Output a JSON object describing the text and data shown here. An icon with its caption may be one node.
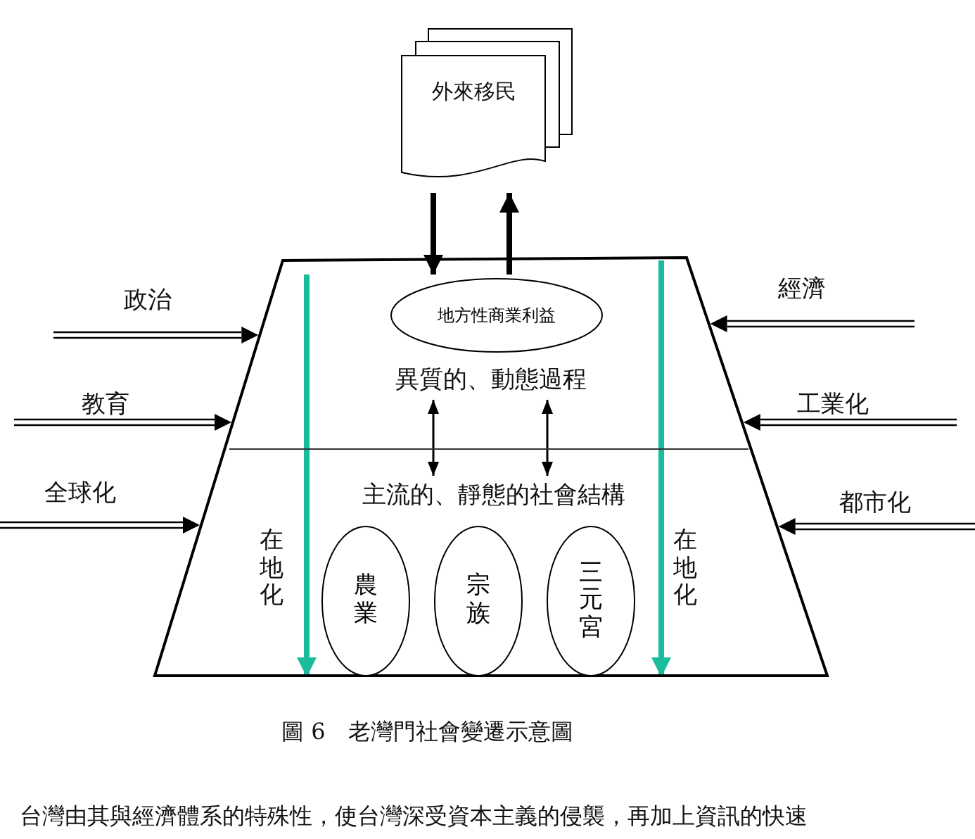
{
  "diagram": {
    "caption": "圖 6　老灣門社會變遷示意圖",
    "nodes": [
      {
        "text": [
          "外來移民"
        ]
      },
      {
        "text": [],
        "shape": "trapezoid"
      },
      {
        "text": [
          "地方性商業利益"
        ],
        "in": 1
      },
      {
        "text": [
          "異質的、動態過程"
        ],
        "in": 1
      },
      {
        "text": [
          "主流的、靜態的社會結構"
        ],
        "in": 1
      },
      {
        "text": [
          "農業"
        ],
        "in": 1
      },
      {
        "text": [
          "宗族"
        ],
        "in": 1
      },
      {
        "text": [
          "三元宮"
        ],
        "in": 1
      }
    ],
    "edges": [
      {
        "from": 0,
        "to": 2,
        "arrow": "to",
        "style": "thick"
      },
      {
        "from": 2,
        "to": 0,
        "arrow": "to",
        "style": "thick"
      },
      {
        "from": 3,
        "to": 4,
        "arrow": "both"
      },
      {
        "from": 3,
        "to": 4,
        "arrow": "both"
      },
      {
        "from": null,
        "to": 1,
        "arrow": "to",
        "label": "政治"
      },
      {
        "from": null,
        "to": 1,
        "arrow": "to",
        "label": "教育"
      },
      {
        "from": null,
        "to": 1,
        "arrow": "to",
        "label": "全球化"
      },
      {
        "from": null,
        "to": 1,
        "arrow": "to",
        "label": "經濟"
      },
      {
        "from": null,
        "to": 1,
        "arrow": "to",
        "label": "工業化"
      },
      {
        "from": null,
        "to": 1,
        "arrow": "to",
        "label": "都市化"
      },
      {
        "from": null,
        "to": 1,
        "arrow": "to",
        "label": "在地化",
        "color": "#1abc9c",
        "style": "thick"
      },
      {
        "from": null,
        "to": 1,
        "arrow": "to",
        "label": "在地化",
        "color": "#1abc9c",
        "style": "thick"
      }
    ],
    "labels": [
      "台灣由其與經濟體系的特殊性，使台灣深受資本主義的侵襲，再加上資訊的快速"
    ]
  }
}
